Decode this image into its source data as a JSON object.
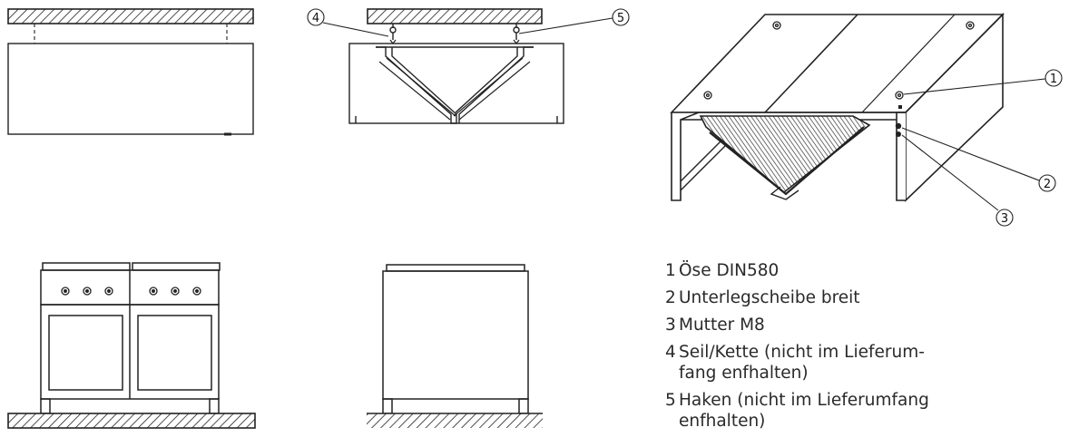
{
  "callouts": [
    "1",
    "2",
    "3",
    "4",
    "5"
  ],
  "legend": [
    {
      "num": "1",
      "lines": [
        "Öse DIN580"
      ]
    },
    {
      "num": "2",
      "lines": [
        "Unterlegscheibe breit"
      ]
    },
    {
      "num": "3",
      "lines": [
        "Mutter M8"
      ]
    },
    {
      "num": "4",
      "lines": [
        "Seil/Kette (nicht im Lieferum-",
        "fang enfhalten)"
      ]
    },
    {
      "num": "5",
      "lines": [
        "Haken (nicht im Lieferumfang",
        "enfhalten)"
      ]
    }
  ]
}
